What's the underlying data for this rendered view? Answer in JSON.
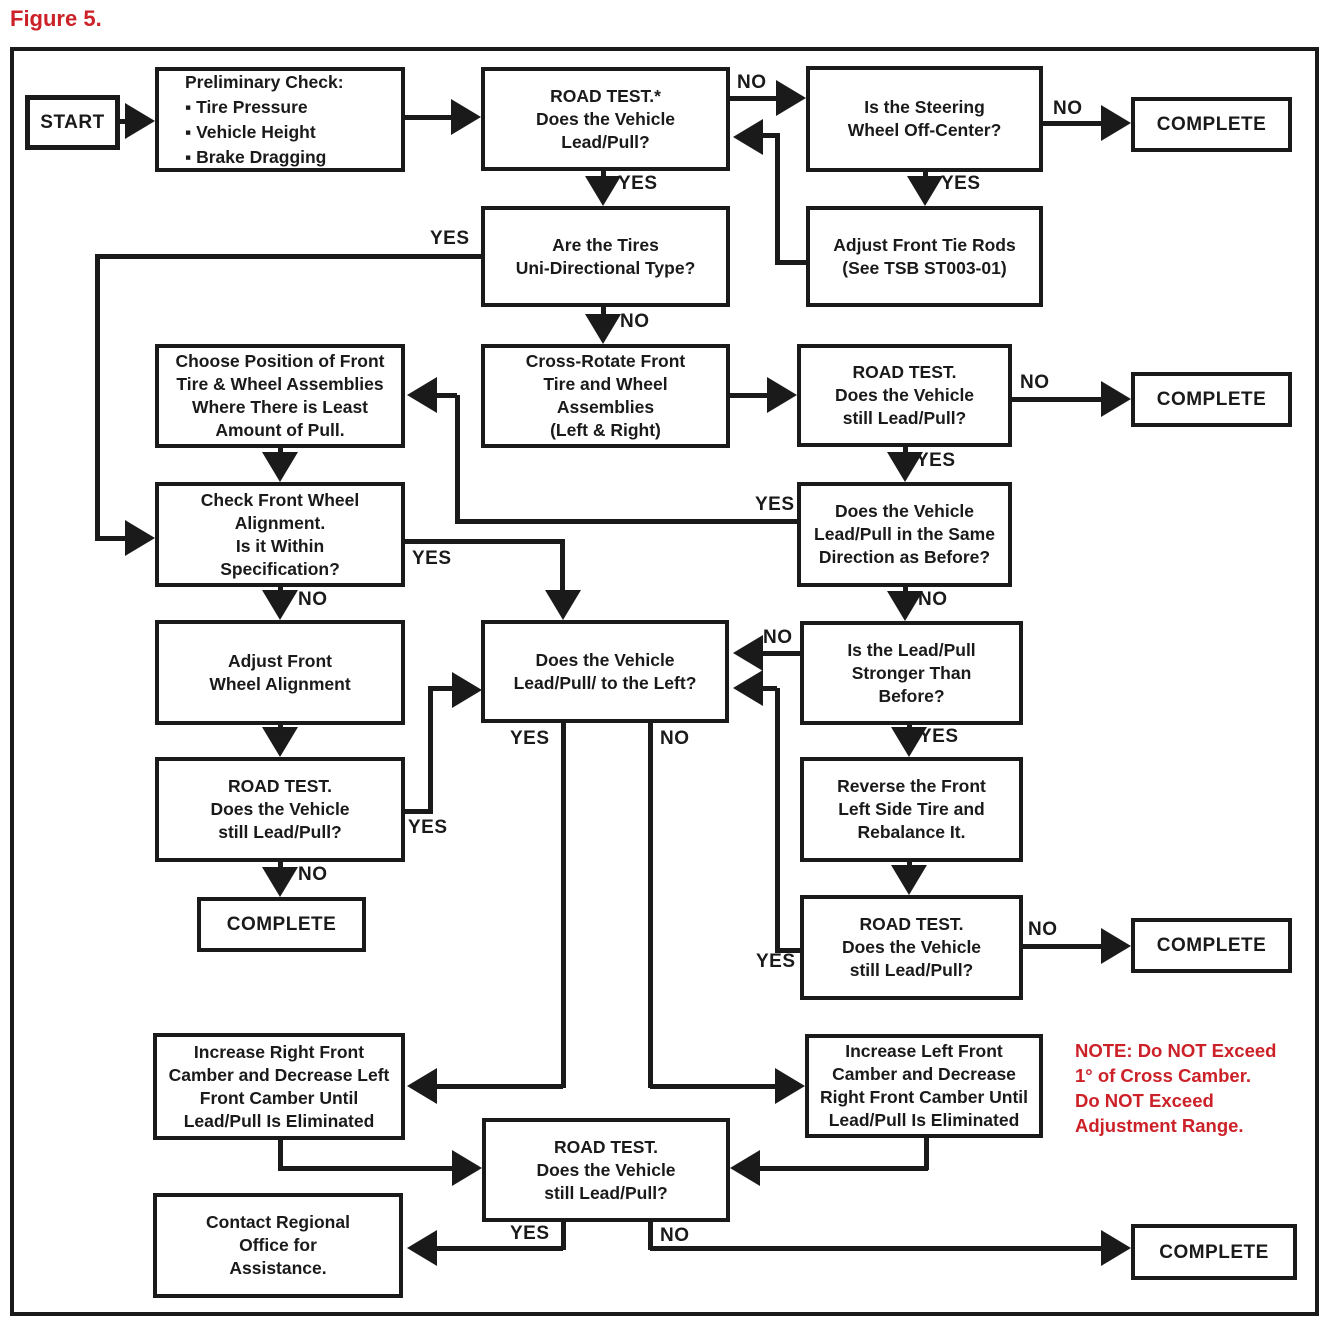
{
  "figure_label": "Figure 5.",
  "colors": {
    "accent_red": "#cc2128",
    "line_black": "#1a1a1a"
  },
  "note_text": "NOTE: Do NOT Exceed\n1° of Cross Camber.\nDo NOT Exceed\nAdjustment Range.",
  "nodes": {
    "start": "START",
    "preliminary": "Preliminary Check:\n▪ Tire Pressure\n▪ Vehicle Height\n▪ Brake Dragging",
    "road_test_1": "ROAD TEST.*\nDoes the Vehicle\nLead/Pull?",
    "steering_off_center": "Is the Steering\nWheel Off-Center?",
    "complete_1": "COMPLETE",
    "adjust_tie_rods": "Adjust Front Tie Rods\n(See TSB ST003-01)",
    "tires_unidirectional": "Are the Tires\nUni-Directional Type?",
    "cross_rotate": "Cross-Rotate Front\nTire and Wheel\nAssemblies\n(Left & Right)",
    "choose_position": "Choose Position of Front\nTire & Wheel Assemblies\nWhere There is Least\nAmount of Pull.",
    "road_test_2": "ROAD TEST.\nDoes the Vehicle\nstill Lead/Pull?",
    "complete_2": "COMPLETE",
    "same_direction": "Does the Vehicle\nLead/Pull in the Same\nDirection as Before?",
    "check_alignment": "Check Front Wheel\nAlignment.\nIs it Within\nSpecification?",
    "adjust_alignment": "Adjust Front\nWheel Alignment",
    "road_test_3": "ROAD TEST.\nDoes the Vehicle\nstill Lead/Pull?",
    "complete_3": "COMPLETE",
    "lead_pull_left": "Does the Vehicle\nLead/Pull/ to the Left?",
    "stronger_than_before": "Is the Lead/Pull\nStronger Than\nBefore?",
    "reverse_tire": "Reverse the Front\nLeft Side Tire and\nRebalance It.",
    "road_test_4": "ROAD TEST.\nDoes the Vehicle\nstill Lead/Pull?",
    "complete_4": "COMPLETE",
    "increase_right_camber": "Increase Right Front\nCamber and Decrease Left\nFront Camber Until\nLead/Pull Is Eliminated",
    "increase_left_camber": "Increase Left Front\nCamber and Decrease\nRight Front Camber Until\nLead/Pull Is Eliminated",
    "road_test_5": "ROAD TEST.\nDoes the Vehicle\nstill Lead/Pull?",
    "contact_regional": "Contact Regional\nOffice for\nAssistance.",
    "complete_5": "COMPLETE"
  },
  "edge_labels": {
    "no1": "NO",
    "yes1": "YES",
    "no2": "NO",
    "yes2": "YES",
    "yes3": "YES",
    "no3": "NO",
    "no4": "NO",
    "yes4": "YES",
    "yes5": "YES",
    "no5": "NO",
    "yes6": "YES",
    "no6": "NO",
    "no7": "NO",
    "yes7": "YES",
    "no8": "NO",
    "yes8": "YES",
    "yes9": "YES",
    "no9": "NO",
    "no10": "NO",
    "yes10": "YES",
    "yes11": "YES",
    "no11": "NO"
  }
}
